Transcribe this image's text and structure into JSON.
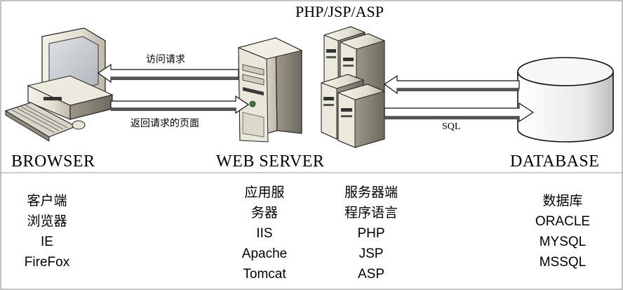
{
  "top_label": "PHP/JSP/ASP",
  "arrows": {
    "request": "访问请求",
    "response": "返回请求的页面",
    "sql": "SQL"
  },
  "nodes": {
    "browser": {
      "title": "BROWSER",
      "lines": [
        "客户端",
        "浏览器",
        "IE",
        "FireFox"
      ]
    },
    "web_server": {
      "title": "WEB SERVER",
      "lines": [
        "应用服",
        "务器",
        "IIS",
        "Apache",
        "Tomcat"
      ]
    },
    "server_lang": {
      "lines": [
        "服务器端",
        "程序语言",
        "PHP",
        "JSP",
        "ASP"
      ]
    },
    "database": {
      "title": "DATABASE",
      "lines": [
        "数据库",
        "ORACLE",
        "MYSQL",
        "MSSQL"
      ]
    }
  }
}
